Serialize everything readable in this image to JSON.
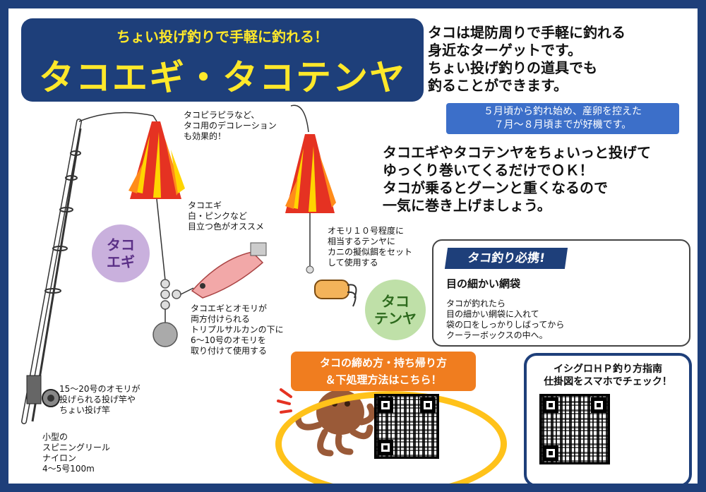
{
  "header": {
    "subtitle": "ちょい投げ釣りで手軽に釣れる！",
    "title": "タコエギ・タコテンヤ"
  },
  "intro": "タコは堤防周りで手軽に釣れる\n身近なターゲットです。\nちょい投げ釣りの道具でも\n釣ることができます。",
  "season": "５月頃から釣れ始め、産卵を控えた\n７月～８月頃までが好機です。",
  "howto": "タコエギやタコテンヤをちょいっと投げて\nゆっくり巻いてくるだけでＯＫ！\nタコが乗るとグーンと重くなるので\n一気に巻き上げましょう。",
  "notes": {
    "decoration": "タコピラピラなど、\nタコ用のデコレーション\nも効果的！",
    "egi_color": "タコエギ\n白・ピンクなど\n目立つ色がオススメ",
    "tenya": "オモリ１０号程度に\n相当するテンヤに\nカニの擬似餌をセット\nして使用する",
    "sinker": "タコエギとオモリが\n両方付けられる\nトリプルサルカンの下に\n6～10号のオモリを\n取り付けて使用する",
    "rod": "15～20号のオモリが\n投げられる投げ竿や\nちょい投げ竿",
    "reel": "小型の\nスピニングリール\nナイロン\n4～5号100m"
  },
  "badges": {
    "egi": "タコ\nエギ",
    "tenya": "タコ\nテンヤ"
  },
  "bag": {
    "tag": "タコ釣り必携!",
    "heading": "目の細かい網袋",
    "text": "タコが釣れたら\n目の細かい網袋に入れて\n袋の口をしっかりしばってから\nクーラーボックスの中へ。"
  },
  "banner": "タコの締め方・持ち帰り方\n＆下処理方法はこちら！",
  "phone_box": {
    "title": "イシグロＨＰ釣り方指南\n仕掛図をスマホでチェック！"
  },
  "colors": {
    "navy": "#1e3f7a",
    "yellow": "#ffe82a",
    "orange": "#f07d1f",
    "ring": "#ffc21a",
    "badge_purple": "#c9b0dd",
    "badge_green": "#bfe0a8",
    "season_blue": "#3c6fc9"
  },
  "icons": [
    "fishing-rod-icon",
    "tako-pirapira-icon",
    "tako-egi-icon",
    "tenya-icon",
    "triple-swivel-icon",
    "sinker-icon",
    "net-bag-icon",
    "octopus-icon",
    "smartphone-icon",
    "qr-code-icon"
  ]
}
